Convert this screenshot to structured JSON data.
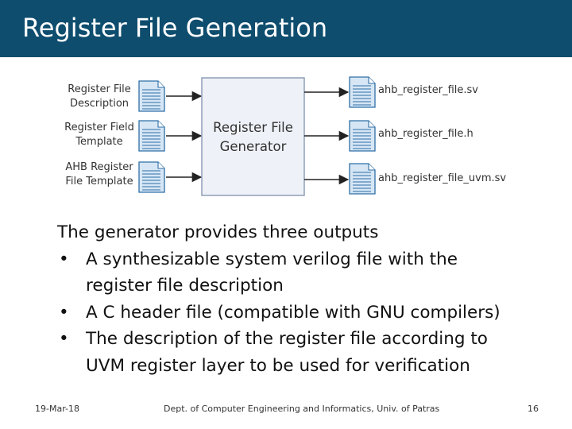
{
  "slide": {
    "title": "Register File Generation"
  },
  "diagram": {
    "inputs": [
      {
        "line1": "Register File",
        "line2": "Description"
      },
      {
        "line1": "Register Field",
        "line2": "Template"
      },
      {
        "line1": "AHB Register",
        "line2": "File Template"
      }
    ],
    "generator": {
      "line1": "Register File",
      "line2": "Generator"
    },
    "outputs": [
      "ahb_register_file.sv",
      "ahb_register_file.h",
      "ahb_register_file_uvm.sv"
    ]
  },
  "body": {
    "lead": "The generator provides three outputs",
    "bullets": [
      {
        "line1": "A synthesizable system verilog file with the",
        "line2": "register file description"
      },
      {
        "line1": "A C header file (compatible with GNU compilers)",
        "line2": ""
      },
      {
        "line1": "The description of the register file according to",
        "line2": "UVM register layer to be used for verification"
      }
    ],
    "bullet_symbol": "•"
  },
  "footer": {
    "date": "19-Mar-18",
    "department": "Dept. of Computer Engineering and Informatics, Univ. of Patras",
    "page": "16"
  },
  "colors": {
    "title_bar": "#0e4d6e",
    "generator_fill": "#eef1f7",
    "generator_stroke": "#7f90ad",
    "doc_fill": "#d6e6f5",
    "doc_stroke": "#2f6fa6",
    "arrow": "#222222"
  },
  "icons": [
    "document-icon"
  ]
}
